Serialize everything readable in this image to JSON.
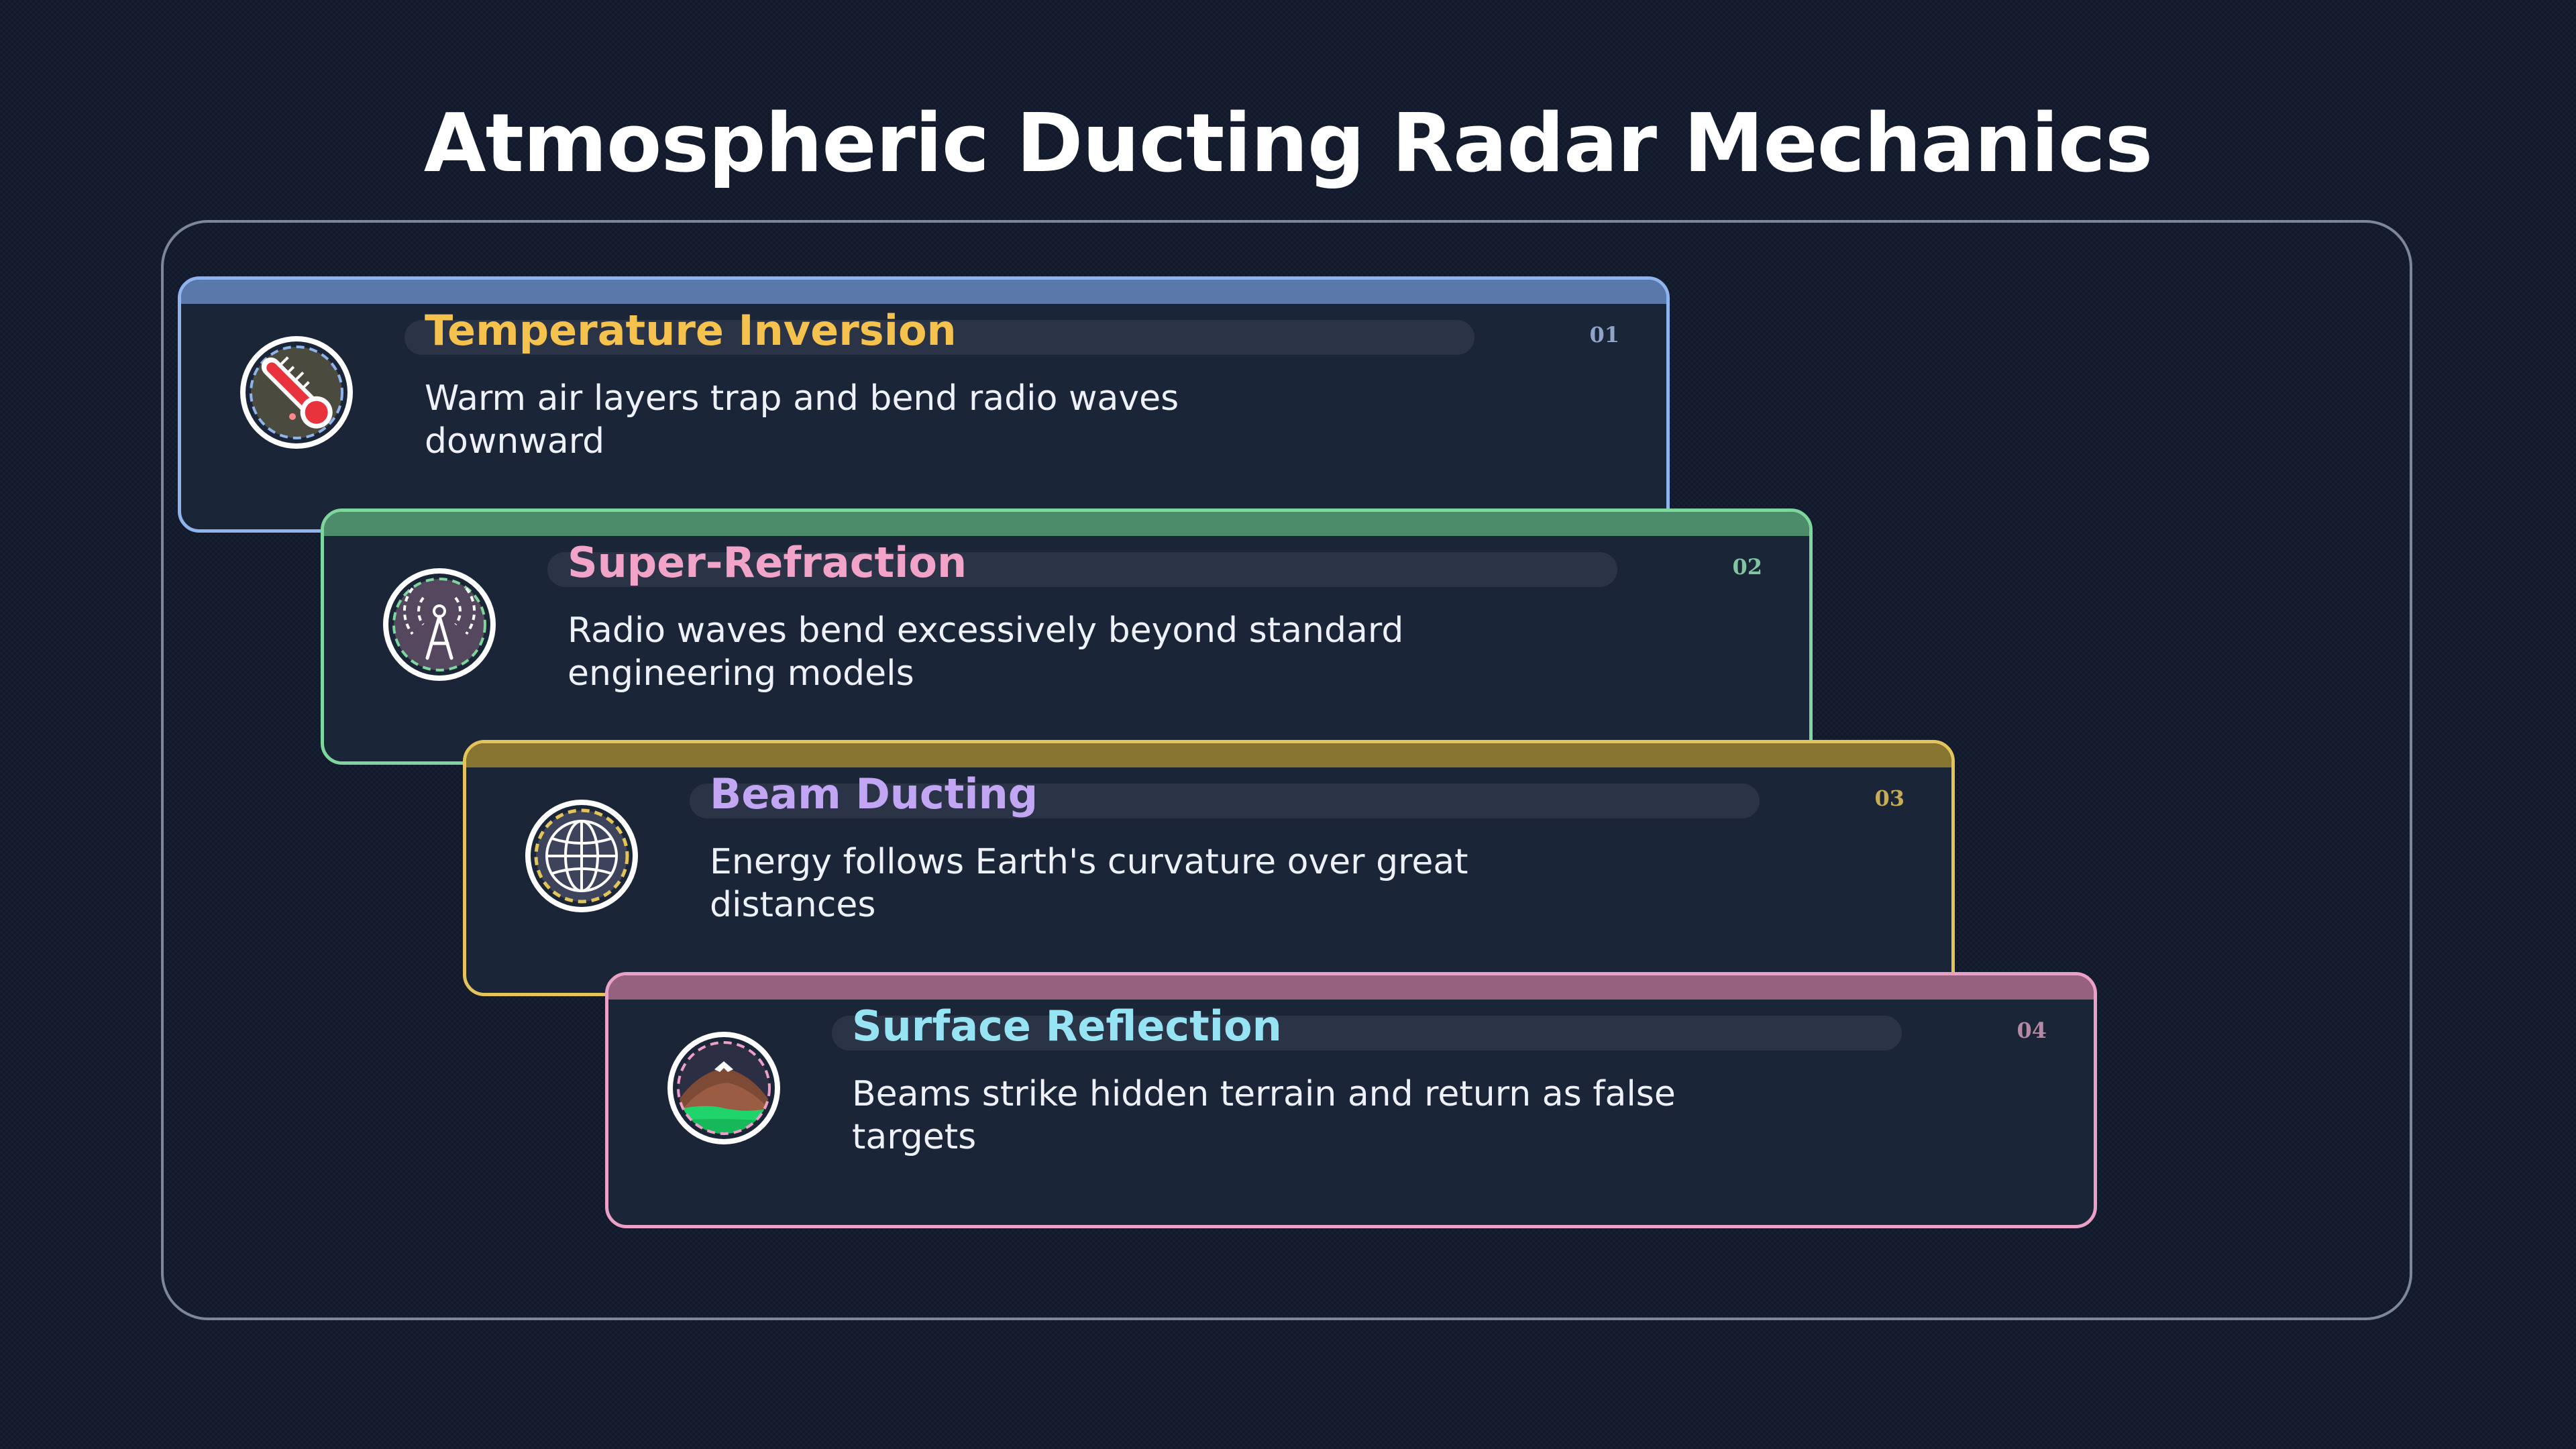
{
  "title": "Atmospheric Ducting Radar Mechanics",
  "colors": {
    "background": "#111a2c",
    "card_fill": "#1b2538",
    "frame_border": "#7d8799"
  },
  "cards": [
    {
      "number": "01",
      "title": "Temperature Inversion",
      "description": "Warm air layers trap and bend radio waves downward",
      "icon": "thermometer-icon",
      "border_color": "#8fb3ec",
      "title_color": "#f5c24d"
    },
    {
      "number": "02",
      "title": "Super-Refraction",
      "description": "Radio waves bend excessively beyond standard engineering models",
      "icon": "antenna-tower-icon",
      "border_color": "#7ed69c",
      "title_color": "#f2a3c8"
    },
    {
      "number": "03",
      "title": "Beam Ducting",
      "description": "Energy follows Earth's curvature over great distances",
      "icon": "globe-icon",
      "border_color": "#e3c458",
      "title_color": "#c2a6f4"
    },
    {
      "number": "04",
      "title": "Surface Reflection",
      "description": "Beams strike hidden terrain and return as false targets",
      "icon": "mountain-icon",
      "border_color": "#eba0c8",
      "title_color": "#96e3f4"
    }
  ]
}
